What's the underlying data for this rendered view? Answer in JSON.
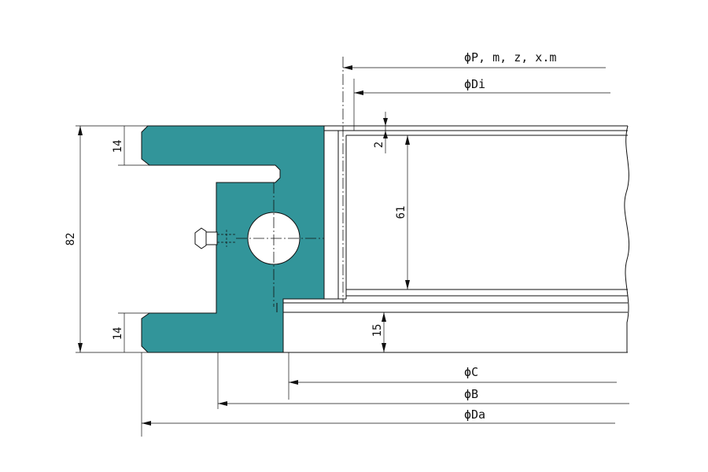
{
  "labels": {
    "pitch": "ϕP, m, z, x.m",
    "inner_diameter": "ϕDi",
    "bore_c": "ϕC",
    "bolt_b": "ϕB",
    "outer_diameter": "ϕDa"
  },
  "dimensions": {
    "total_height": "82",
    "top_flange": "14",
    "bottom_flange": "14",
    "gap": "2",
    "gear_height": "61",
    "lower_offset": "15"
  },
  "colors": {
    "ring": "#32959a",
    "line": "#111111",
    "background": "#ffffff"
  },
  "icons": {
    "lubrication_nipple": "grease-nipple-icon",
    "ball": "ball-bearing-icon"
  }
}
